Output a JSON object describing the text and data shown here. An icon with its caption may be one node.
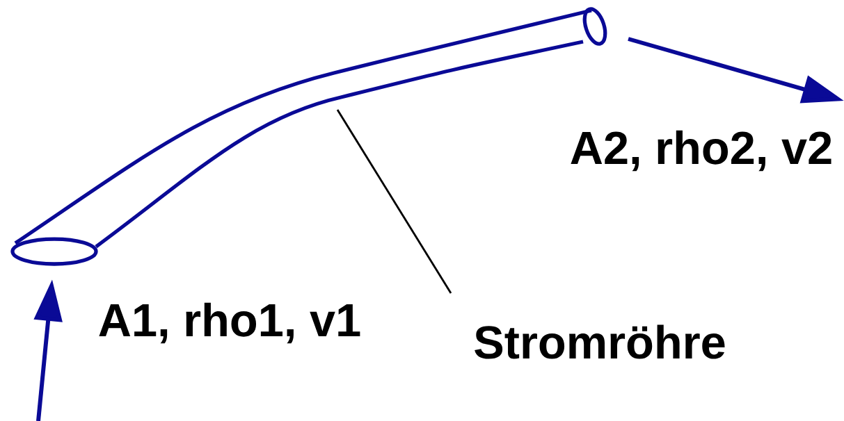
{
  "diagram": {
    "nodes": [
      {
        "text": [],
        "shape": "picture"
      },
      {
        "text": [
          "Stromröhre"
        ]
      }
    ],
    "edges": [
      {
        "from": null,
        "to": 0,
        "arrow": "to"
      },
      {
        "from": 0,
        "to": null,
        "arrow": "to"
      },
      {
        "from": 1,
        "to": 0,
        "arrow": "none",
        "color": "#000000"
      }
    ],
    "labels": [
      "A1, rho1, v1",
      "A2, rho2, v2"
    ]
  }
}
